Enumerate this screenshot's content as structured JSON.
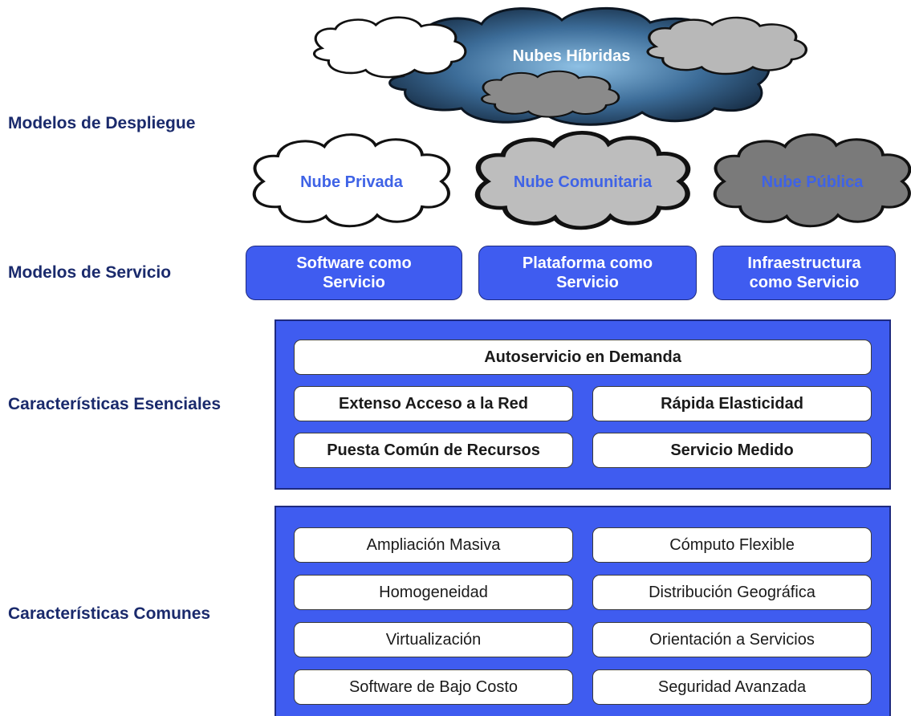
{
  "deployment": {
    "label": "Modelos de Despliegue",
    "hybrid": "Nubes Híbridas",
    "clouds": [
      {
        "label": "Nube Privada",
        "fill": "#ffffff",
        "text_color": "#3f63e6"
      },
      {
        "label": "Nube Comunitaria",
        "fill": "#bdbdbd",
        "text_color": "#3f63e6"
      },
      {
        "label": "Nube Pública",
        "fill": "#7a7a7a",
        "text_color": "#3f63e6"
      }
    ]
  },
  "service": {
    "label": "Modelos de Servicio",
    "models": [
      {
        "line1": "Software como",
        "line2": "Servicio"
      },
      {
        "line1": "Plataforma como",
        "line2": "Servicio"
      },
      {
        "line1": "Infraestructura",
        "line2": "como Servicio"
      }
    ]
  },
  "essential": {
    "label": "Características Esenciales",
    "items": [
      "Autoservicio en Demanda",
      "Extenso Acceso a la Red",
      "Rápida Elasticidad",
      "Puesta Común de Recursos",
      "Servicio Medido"
    ]
  },
  "common": {
    "label": "Características Comunes",
    "items": [
      "Ampliación Masiva",
      "Cómputo Flexible",
      "Homogeneidad",
      "Distribución Geográfica",
      "Virtualización",
      "Orientación a Servicios",
      "Software de Bajo Costo",
      "Seguridad Avanzada"
    ]
  },
  "colors": {
    "label_navy": "#1a2a6c",
    "panel_blue": "#3f5cf0",
    "hybrid_dark": "#1e3a5c",
    "hybrid_light": "#8ec0e4"
  }
}
